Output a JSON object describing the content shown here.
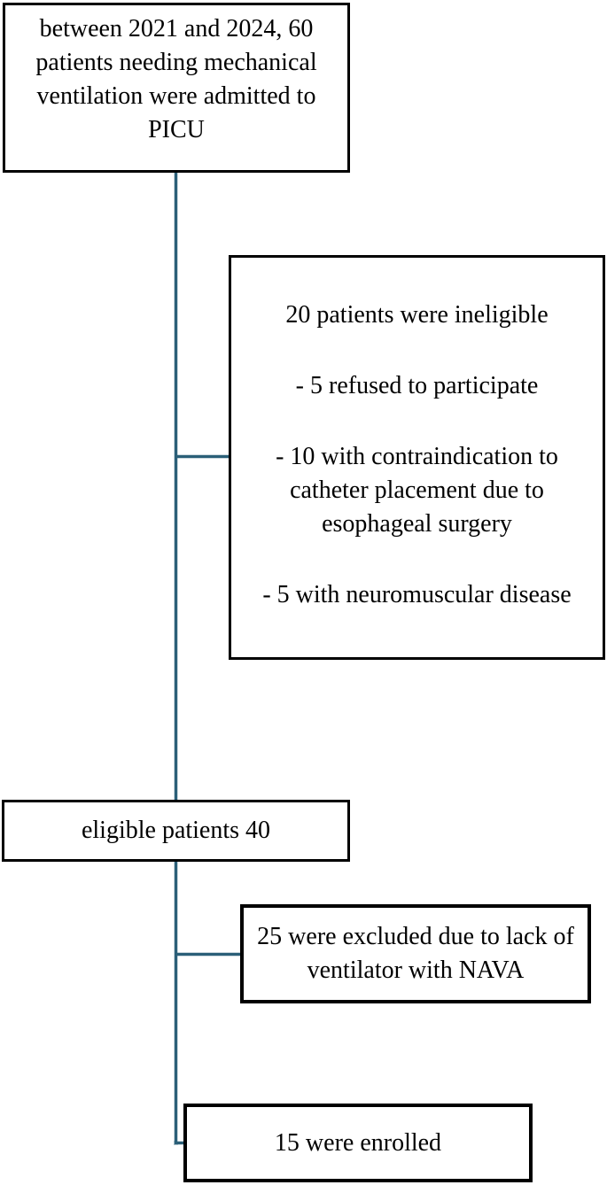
{
  "diagram": {
    "kind": "patient-enrollment-flowchart",
    "connector_color": "#2b5f78",
    "border_color": "#000000",
    "boxes": {
      "admitted": {
        "text": "between 2021 and 2024, 60 patients needing mechanical ventilation were admitted to PICU"
      },
      "ineligible": {
        "heading": "20 patients were ineligible",
        "items": [
          "- 5 refused to participate",
          "- 10 with contraindication to catheter placement due to esophageal surgery",
          "- 5 with neuromuscular disease"
        ]
      },
      "eligible": {
        "text": "eligible patients 40"
      },
      "excluded": {
        "text": "25 were excluded due to lack of ventilator with NAVA"
      },
      "enrolled": {
        "text": "15 were enrolled"
      }
    }
  }
}
